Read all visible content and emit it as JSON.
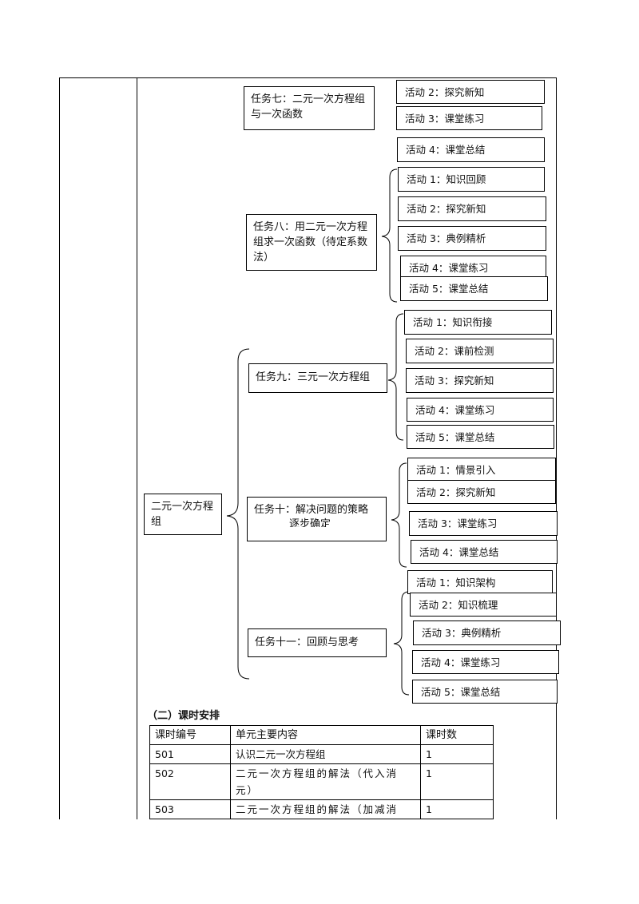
{
  "root": {
    "label": "二元一次方程组"
  },
  "tasks": [
    {
      "label": "任务七：二元一次方程组与一次函数",
      "activities": []
    },
    {
      "label": "任务八：用二元一次方程组求一次函数（待定系数法）",
      "activities": []
    },
    {
      "label": "任务九：三元一次方程组",
      "activities": [
        "活动 1：知识衔接",
        "活动 2：课前检测",
        "活动 3：探究新知",
        "活动 4：课堂练习",
        "活动 5：课堂总结"
      ]
    },
    {
      "label": "任务十：解决问题的策略",
      "extra": "逐步确定",
      "activities": [
        "活动 1：情景引入",
        "活动 2：探究新知",
        "活动 3：课堂练习",
        "活动 4：课堂总结"
      ]
    },
    {
      "label": "任务十一：回顾与思考",
      "activities": [
        "活动 1：知识架构",
        "活动 2：知识梳理",
        "活动 3：典例精析",
        "活动 4：课堂练习",
        "活动 5：课堂总结"
      ]
    }
  ],
  "task7_activities": [
    "活动 2：探究新知",
    "活动 3：课堂练习",
    "活动 4：课堂总结"
  ],
  "task8_activities": [
    "活动 1：知识回顾",
    "活动 2：探究新知",
    "活动 3：典例精析",
    "活动 4：课堂练习",
    "活动 5：课堂总结"
  ],
  "schedule": {
    "heading": "（二）课时安排",
    "columns": [
      "课时编号",
      "单元主要内容",
      "课时数"
    ],
    "rows": [
      [
        "501",
        "认识二元一次方程组",
        "1"
      ],
      [
        "502",
        "二元一次方程组的解法（代入消元）",
        "1"
      ],
      [
        "503",
        "二元一次方程组的解法（加减消",
        "1"
      ]
    ]
  }
}
